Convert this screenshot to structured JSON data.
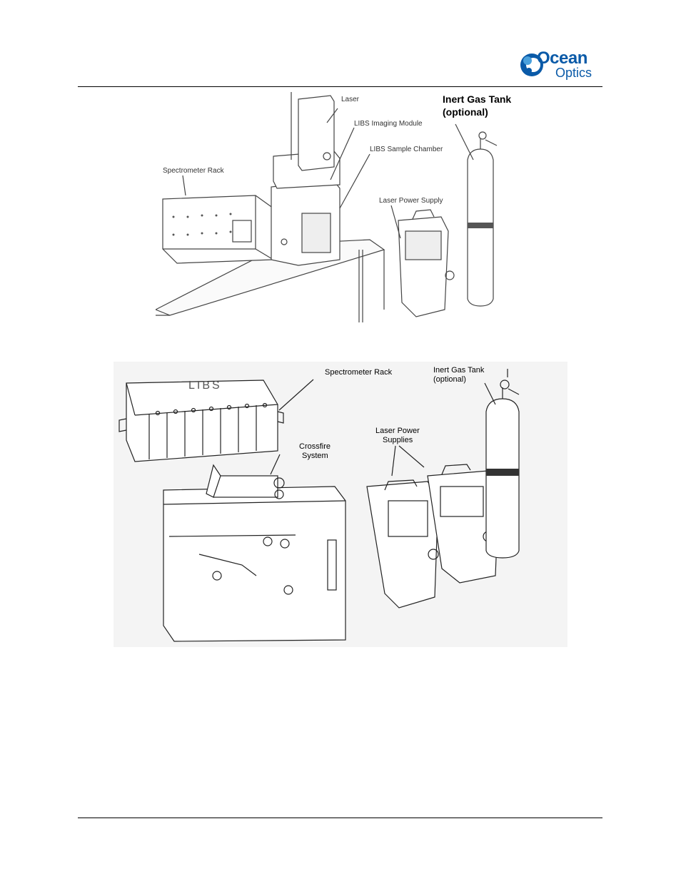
{
  "header": {
    "logo_line1": "Ocean",
    "logo_line2": "Optics"
  },
  "figure1": {
    "labels": {
      "laser": "Laser",
      "imaging_module": "LIBS Imaging Module",
      "sample_chamber": "LIBS Sample Chamber",
      "spectrometer_rack": "Spectrometer Rack",
      "laser_power_supply": "Laser Power Supply",
      "gas_tank_line1": "Inert Gas Tank",
      "gas_tank_line2": "(optional)"
    }
  },
  "figure2": {
    "labels": {
      "spectrometer_rack": "Spectrometer Rack",
      "rack_text": "LIBS",
      "gas_tank_line1": "Inert Gas Tank",
      "gas_tank_line2": "(optional)",
      "power_supplies_line1": "Laser Power",
      "power_supplies_line2": "Supplies",
      "crossfire_line1": "Crossfire",
      "crossfire_line2": "System"
    }
  }
}
